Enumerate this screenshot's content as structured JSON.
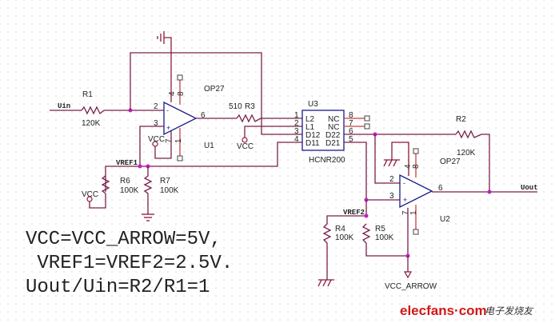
{
  "components": {
    "R1": {
      "ref": "R1",
      "value": "120K"
    },
    "R2": {
      "ref": "R2",
      "value": "120K"
    },
    "R3": {
      "ref": "R3",
      "value": "510"
    },
    "R4": {
      "ref": "R4",
      "value": "100K"
    },
    "R5": {
      "ref": "R5",
      "value": "100K"
    },
    "R6": {
      "ref": "R6",
      "value": "100K"
    },
    "R7": {
      "ref": "R7",
      "value": "100K"
    },
    "U1": {
      "ref": "U1",
      "part": "OP27",
      "pins": {
        "inv": "2",
        "noninv": "3",
        "out": "6",
        "v_minus": "4",
        "v_plus": "7",
        "p8": "8",
        "p1": "1"
      }
    },
    "U2": {
      "ref": "U2",
      "part": "OP27",
      "pins": {
        "inv": "2",
        "noninv": "3",
        "out": "6",
        "v_minus": "4",
        "v_plus": "7",
        "p8": "8",
        "p1": "1"
      }
    },
    "U3": {
      "ref": "U3",
      "part": "HCNR200",
      "left_pins": [
        {
          "num": "1",
          "name": "L2"
        },
        {
          "num": "2",
          "name": "L1"
        },
        {
          "num": "3",
          "name": "D12"
        },
        {
          "num": "4",
          "name": "D11"
        }
      ],
      "right_pins": [
        {
          "num": "8",
          "name": "NC"
        },
        {
          "num": "7",
          "name": "NC"
        },
        {
          "num": "6",
          "name": "D22"
        },
        {
          "num": "5",
          "name": "D21"
        }
      ]
    }
  },
  "nets": {
    "uin": "Uin",
    "uout": "Uout",
    "vref1": "VREF1",
    "vref2": "VREF2",
    "vcc": "VCC",
    "vcc_arrow": "VCC_ARROW"
  },
  "notes": [
    "VCC=VCC_ARROW=5V,",
    " VREF1=VREF2=2.5V.",
    "Uout/Uin=R2/R1=1"
  ],
  "watermark": {
    "brand": "elecfans",
    "dot": "·",
    "tld": "com",
    "cn": "电子发烧友"
  }
}
